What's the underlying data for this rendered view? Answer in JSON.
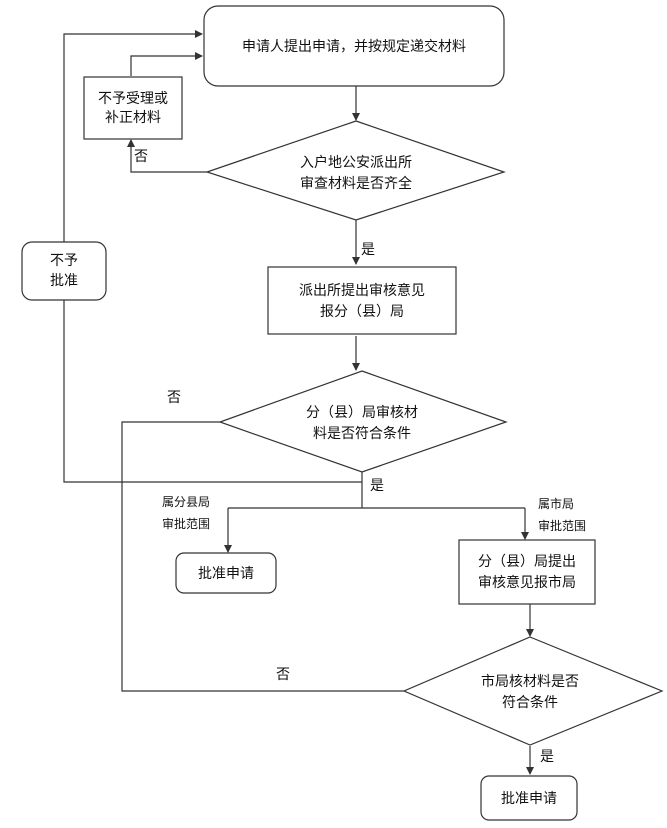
{
  "nodes": {
    "apply": "申请人提出申请，并按规定递交材料",
    "reject_supplement": [
      "不予受理或",
      "补正材料"
    ],
    "police_review": [
      "入户地公安派出所",
      "审查材料是否齐全"
    ],
    "not_approve": [
      "不予",
      "批准"
    ],
    "police_opinion": [
      "派出所提出审核意见",
      "报分（县）局"
    ],
    "branch_review": [
      "分（县）局审核材",
      "料是否符合条件"
    ],
    "approve_county": "批准申请",
    "branch_opinion": [
      "分（县）局提出",
      "审核意见报市局"
    ],
    "city_review": [
      "市局核材料是否",
      "符合条件"
    ],
    "approve_city": "批准申请"
  },
  "labels": {
    "no_1": "否",
    "yes_1": "是",
    "no_2": "否",
    "yes_2": "是",
    "county_scope": [
      "属分县局",
      "审批范围"
    ],
    "city_scope": [
      "属市局",
      "审批范围"
    ],
    "no_3": "否",
    "yes_3": "是"
  },
  "colors": {
    "stroke": "#333333",
    "fill": "#ffffff",
    "text": "#111111"
  }
}
